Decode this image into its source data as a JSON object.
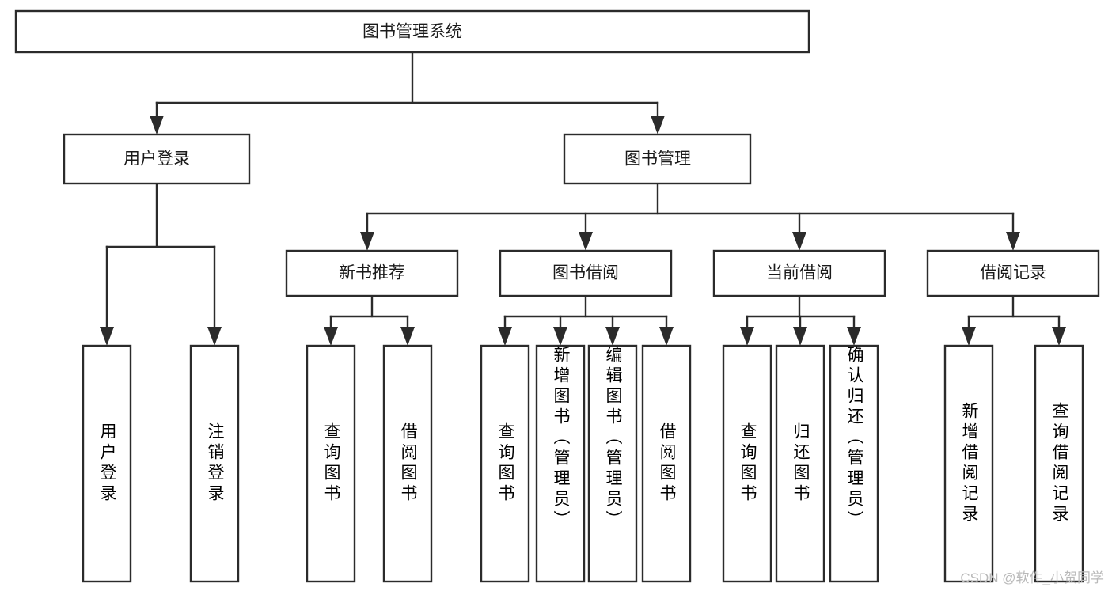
{
  "diagram": {
    "kind": "functional-decomposition-tree",
    "root": {
      "id": "root",
      "label": "图书管理系统"
    },
    "level2": [
      {
        "id": "user-login",
        "label": "用户登录"
      },
      {
        "id": "book-management",
        "label": "图书管理"
      }
    ],
    "level3": [
      {
        "id": "new-book-recommend",
        "label": "新书推荐",
        "parent": "book-management"
      },
      {
        "id": "book-borrow",
        "label": "图书借阅",
        "parent": "book-management"
      },
      {
        "id": "current-borrow",
        "label": "当前借阅",
        "parent": "book-management"
      },
      {
        "id": "borrow-record",
        "label": "借阅记录",
        "parent": "book-management"
      }
    ],
    "leaves": [
      {
        "id": "leaf-user-login",
        "label": "用户登录",
        "parent": "user-login"
      },
      {
        "id": "leaf-user-logout",
        "label": "注销登录",
        "parent": "user-login"
      },
      {
        "id": "leaf-query-book-1",
        "label": "查询图书",
        "parent": "new-book-recommend"
      },
      {
        "id": "leaf-borrow-book-1",
        "label": "借阅图书",
        "parent": "new-book-recommend"
      },
      {
        "id": "leaf-query-book-2",
        "label": "查询图书",
        "parent": "book-borrow"
      },
      {
        "id": "leaf-add-book",
        "label": "新增图书（管理员）",
        "parent": "book-borrow"
      },
      {
        "id": "leaf-edit-book",
        "label": "编辑图书（管理员）",
        "parent": "book-borrow"
      },
      {
        "id": "leaf-borrow-book-2",
        "label": "借阅图书",
        "parent": "book-borrow"
      },
      {
        "id": "leaf-query-book-3",
        "label": "查询图书",
        "parent": "current-borrow"
      },
      {
        "id": "leaf-return-book",
        "label": "归还图书",
        "parent": "current-borrow"
      },
      {
        "id": "leaf-confirm-return",
        "label": "确认归还（管理员）",
        "parent": "current-borrow"
      },
      {
        "id": "leaf-add-record",
        "label": "新增借阅记录",
        "parent": "borrow-record"
      },
      {
        "id": "leaf-query-record",
        "label": "查询借阅记录",
        "parent": "borrow-record"
      }
    ]
  },
  "watermark": {
    "text": "CSDN @软件_小贺同学"
  },
  "colors": {
    "stroke": "#2b2b2b",
    "fill": "#ffffff",
    "text": "#1a1a1a",
    "watermark": "#b9b9b9"
  }
}
